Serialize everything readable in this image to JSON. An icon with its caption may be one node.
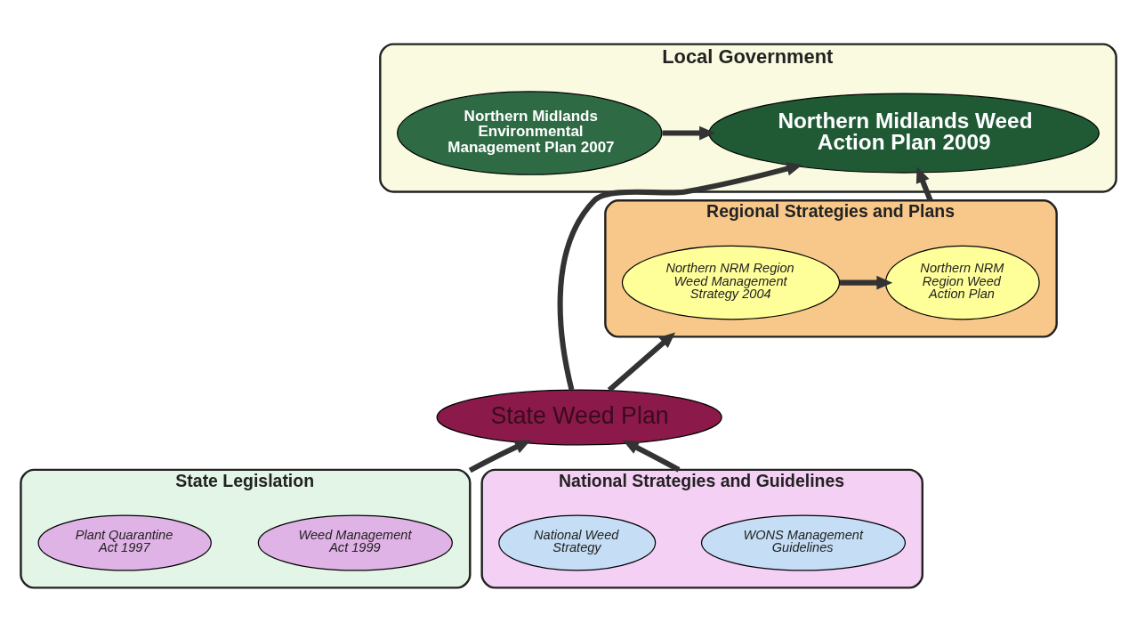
{
  "diagram": {
    "nodes": [
      {
        "text": [
          "Local Government"
        ]
      },
      {
        "text": [
          "Northern Midlands Environmental Management Plan 2007"
        ],
        "in": 0
      },
      {
        "text": [
          "Northern Midlands Weed Action Plan 2009"
        ],
        "in": 0
      },
      {
        "text": [
          "State Weed Plan"
        ]
      },
      {
        "text": [
          "Regional Strategies and Plans"
        ]
      },
      {
        "text": [
          "Northern NRM Region Weed Management Strategy 2004"
        ],
        "in": 4
      },
      {
        "text": [
          "Northern NRM Region Weed Action Plan"
        ],
        "in": 4
      },
      {
        "text": [
          "State Legislation"
        ]
      },
      {
        "text": [
          "Plant Quarantine Act 1997"
        ],
        "in": 7
      },
      {
        "text": [
          "Weed Management Act 1999"
        ],
        "in": 7
      },
      {
        "text": [
          "National Strategies and Guidelines"
        ]
      },
      {
        "text": [
          "National Weed Strategy"
        ],
        "in": 10
      },
      {
        "text": [
          "WONS Management Guidelines"
        ],
        "in": 10
      }
    ],
    "edges": [
      {
        "from": 1,
        "to": 2,
        "arrow": "to"
      },
      {
        "from": 3,
        "to": 2,
        "arrow": "to"
      },
      {
        "from": 4,
        "to": 2,
        "arrow": "to"
      },
      {
        "from": 3,
        "to": 4,
        "arrow": "to"
      },
      {
        "from": 5,
        "to": 6,
        "arrow": "to"
      },
      {
        "from": 7,
        "to": 3,
        "arrow": "to"
      },
      {
        "from": 10,
        "to": 3,
        "arrow": "to"
      }
    ]
  }
}
